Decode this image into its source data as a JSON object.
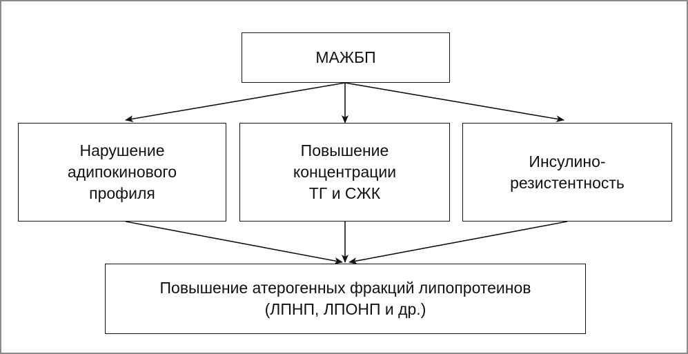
{
  "diagram": {
    "top": {
      "lines": [
        "МАЖБП"
      ]
    },
    "middle": [
      {
        "lines": [
          "Нарушение",
          "адипокинового",
          "профиля"
        ]
      },
      {
        "lines": [
          "Повышение",
          "концентрации",
          "ТГ и СЖК"
        ]
      },
      {
        "lines": [
          "Инсулино-",
          "резистентность"
        ]
      }
    ],
    "bottom": {
      "lines": [
        "Повышение атерогенных фракций липопротеинов",
        "(ЛПНП, ЛПОНП и др.)"
      ]
    }
  }
}
